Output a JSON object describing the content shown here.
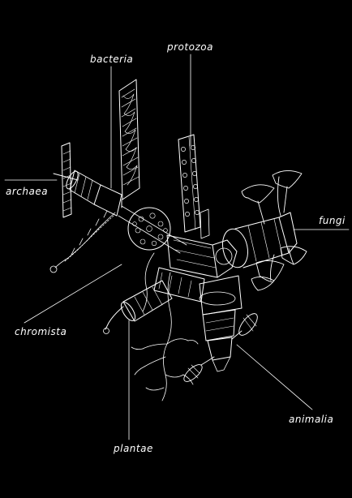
{
  "colors": {
    "background": "#000000",
    "ink": "#ffffff"
  },
  "labels": {
    "bacteria": "bacteria",
    "protozoa": "protozoa",
    "archaea": "archaea",
    "fungi": "fungi",
    "chromista": "chromista",
    "animalia": "animalia",
    "plantae": "plantae"
  }
}
